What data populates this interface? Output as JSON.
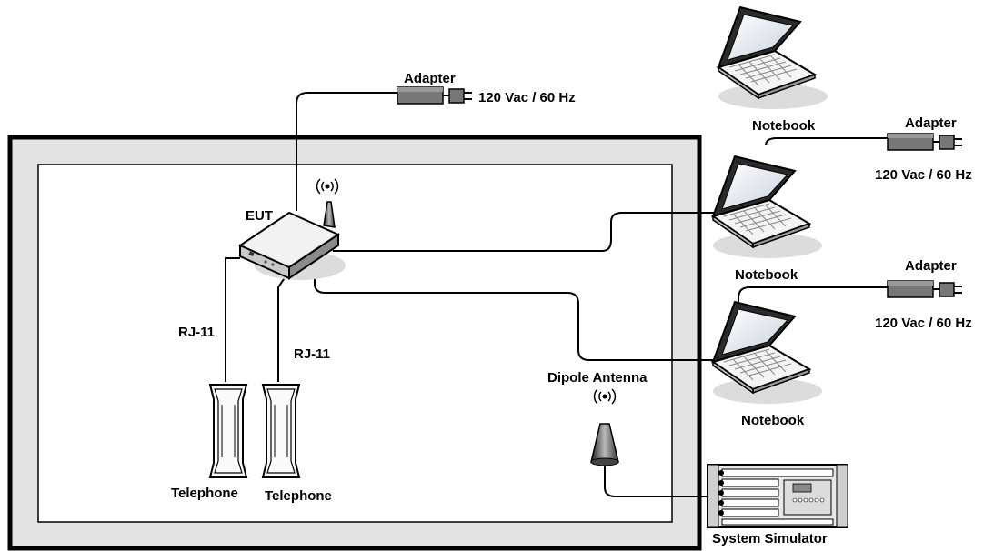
{
  "labels": {
    "eut": "EUT",
    "adapter_top": "Adapter",
    "power_top": "120 Vac / 60 Hz",
    "adapter_mid": "Adapter",
    "power_mid": "120 Vac / 60 Hz",
    "adapter_bottom": "Adapter",
    "power_bottom": "120 Vac / 60 Hz",
    "notebook_top": "Notebook",
    "notebook_mid": "Notebook",
    "notebook_bottom": "Notebook",
    "rj11_left": "RJ-11",
    "rj11_right": "RJ-11",
    "telephone_left": "Telephone",
    "telephone_right": "Telephone",
    "dipole_antenna": "Dipole Antenna",
    "system_simulator": "System Simulator"
  }
}
